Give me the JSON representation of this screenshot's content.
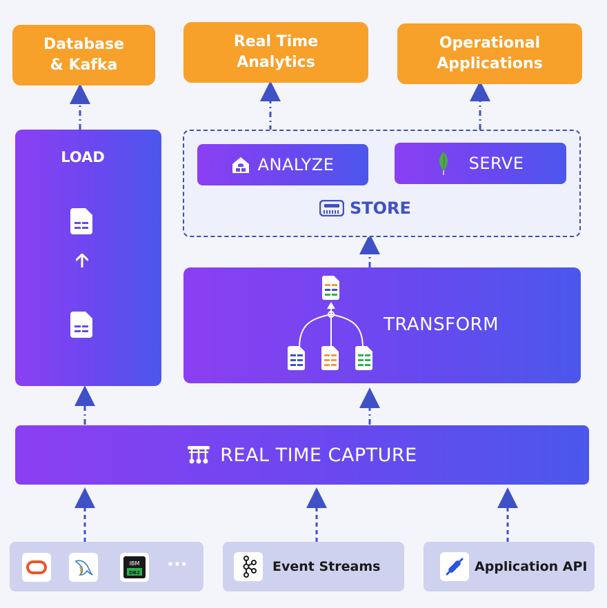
{
  "outputs": {
    "database_kafka": {
      "line1": "Database",
      "line2": "& Kafka"
    },
    "real_time_analytics": {
      "line1": "Real Time",
      "line2": "Analytics"
    },
    "operational_applications": {
      "line1": "Operational",
      "line2": "Applications"
    }
  },
  "load": {
    "label": "LOAD"
  },
  "analyze": {
    "label": "ANALYZE"
  },
  "serve": {
    "label": "SERVE"
  },
  "store": {
    "label": "STORE"
  },
  "transform": {
    "label": "TRANSFORM"
  },
  "capture": {
    "label": "REAL TIME CAPTURE"
  },
  "sources": {
    "databases": {
      "icons": [
        "oracle-icon",
        "mysql-icon",
        "ibm-db2-icon"
      ],
      "more": "···",
      "db2_top": "IBM",
      "db2_bottom": "DB2"
    },
    "event_streams": {
      "label": "Event Streams",
      "icon": "kafka-icon"
    },
    "application_api": {
      "label": "Application API",
      "icon": "plug-icon"
    }
  },
  "colors": {
    "orange": "#f7a02a",
    "gradient_start": "#8b3ff2",
    "gradient_end": "#4b57ec",
    "arrow": "#3f51c6",
    "source_bg": "#cfd2ee",
    "store_border": "#3f4fb0"
  }
}
